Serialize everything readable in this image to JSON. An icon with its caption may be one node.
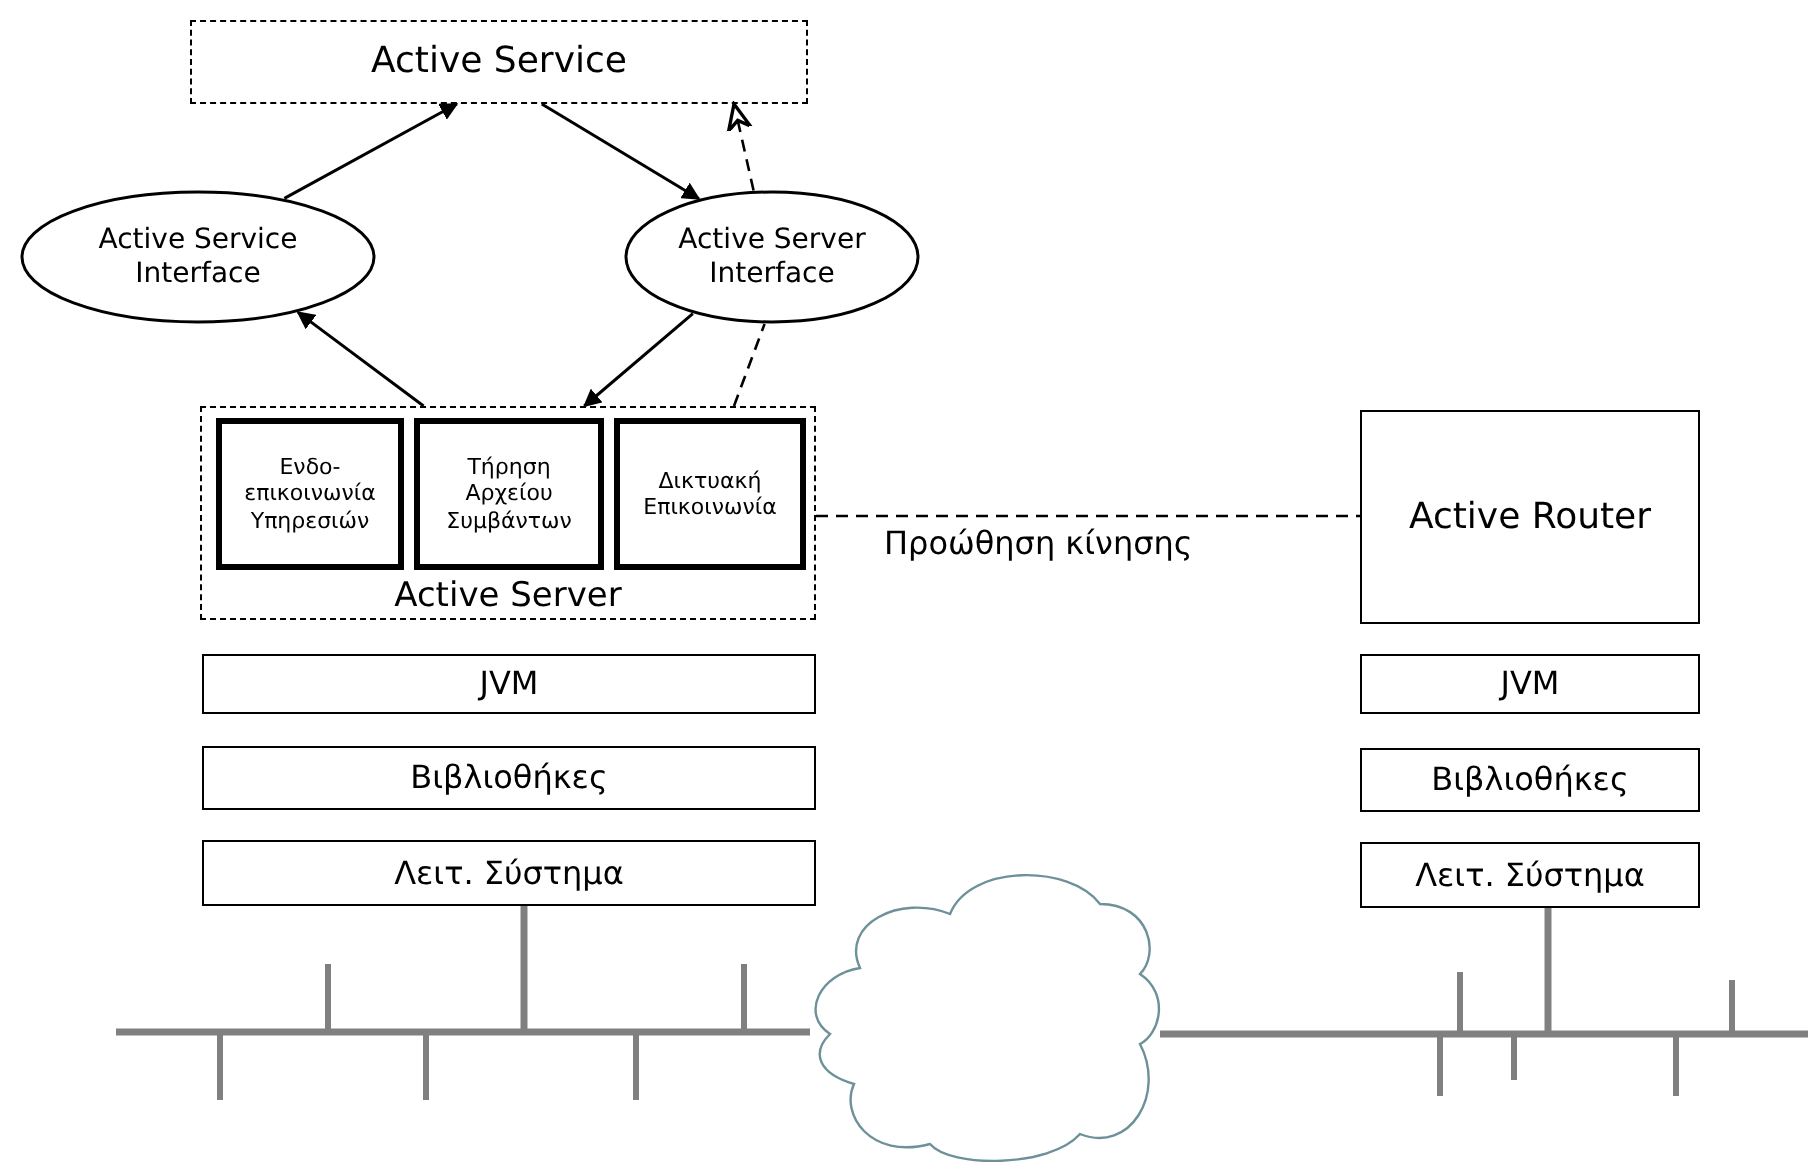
{
  "diagram": {
    "nodes": [
      {
        "text": [
          "Active Service"
        ]
      },
      {
        "text": [
          "Active Service Interface"
        ]
      },
      {
        "text": [
          "Active Server Interface"
        ]
      },
      {
        "text": [
          "Active Server"
        ]
      },
      {
        "text": [
          "Ενδο-επικοινωνία Υπηρεσιών"
        ],
        "in": 3
      },
      {
        "text": [
          "Τήρηση Αρχείου Συμβάντων"
        ],
        "in": 3
      },
      {
        "text": [
          "Δικτυακή Επικοινωνία"
        ],
        "in": 3
      },
      {
        "text": [
          "JVM"
        ]
      },
      {
        "text": [
          "Βιβλιοθήκες"
        ]
      },
      {
        "text": [
          "Λειτ. Σύστημα"
        ]
      },
      {
        "text": [
          "Active Router"
        ]
      },
      {
        "text": [
          "JVM"
        ]
      },
      {
        "text": [
          "Βιβλιοθήκες"
        ]
      },
      {
        "text": [
          "Λειτ. Σύστημα"
        ]
      },
      {
        "text": [],
        "shape": "cloud"
      }
    ],
    "edges": [
      {
        "from": 1,
        "to": 0,
        "arrow": "to"
      },
      {
        "from": 0,
        "to": 2,
        "arrow": "to"
      },
      {
        "from": 2,
        "to": 3,
        "arrow": "to"
      },
      {
        "from": 3,
        "to": 1,
        "arrow": "to"
      },
      {
        "from": 3,
        "to": 2,
        "arrow": "none",
        "style": "dashed"
      },
      {
        "from": 2,
        "to": 0,
        "arrow": "to",
        "style": "dashed"
      },
      {
        "from": 3,
        "to": 10,
        "arrow": "none",
        "style": "dashed",
        "label": "Προώθηση κίνησης"
      },
      {
        "from": null,
        "to": 14,
        "arrow": "none",
        "color": "#808080",
        "style": "thick"
      },
      {
        "from": 14,
        "to": null,
        "arrow": "none",
        "color": "#808080",
        "style": "thick"
      },
      {
        "from": 9,
        "to": null,
        "arrow": "none",
        "color": "#808080",
        "style": "thick"
      },
      {
        "from": 13,
        "to": null,
        "arrow": "none",
        "color": "#808080",
        "style": "thick"
      }
    ]
  }
}
